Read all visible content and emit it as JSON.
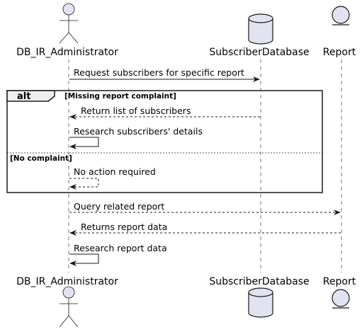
{
  "participants": [
    {
      "id": "admin",
      "name": "DB_IR_Administrator",
      "kind": "actor"
    },
    {
      "id": "db",
      "name": "SubscriberDatabase",
      "kind": "database"
    },
    {
      "id": "report",
      "name": "Report",
      "kind": "entity"
    }
  ],
  "alt_fragment": {
    "operator": "alt",
    "guard_1": "[Missing report complaint]",
    "guard_2": "[No complaint]"
  },
  "messages": [
    {
      "text": "Request subscribers for specific report",
      "from": "admin",
      "to": "db",
      "style": "solid"
    },
    {
      "text": "Return list of subscribers",
      "from": "db",
      "to": "admin",
      "style": "dashed"
    },
    {
      "text": "Research subscribers' details",
      "from": "admin",
      "to": "admin",
      "style": "solid"
    },
    {
      "text": "No action required",
      "from": "admin",
      "to": "admin",
      "style": "dashed"
    },
    {
      "text": "Query related report",
      "from": "admin",
      "to": "report",
      "style": "dashed"
    },
    {
      "text": "Returns report data",
      "from": "report",
      "to": "admin",
      "style": "dashed"
    },
    {
      "text": "Research report data",
      "from": "admin",
      "to": "admin",
      "style": "solid"
    }
  ],
  "colors": {
    "participant_fill": "#E2E2F0",
    "stroke": "#181818",
    "lifeline": "#181818",
    "frame_tag_fill": "#EEEEEE"
  }
}
